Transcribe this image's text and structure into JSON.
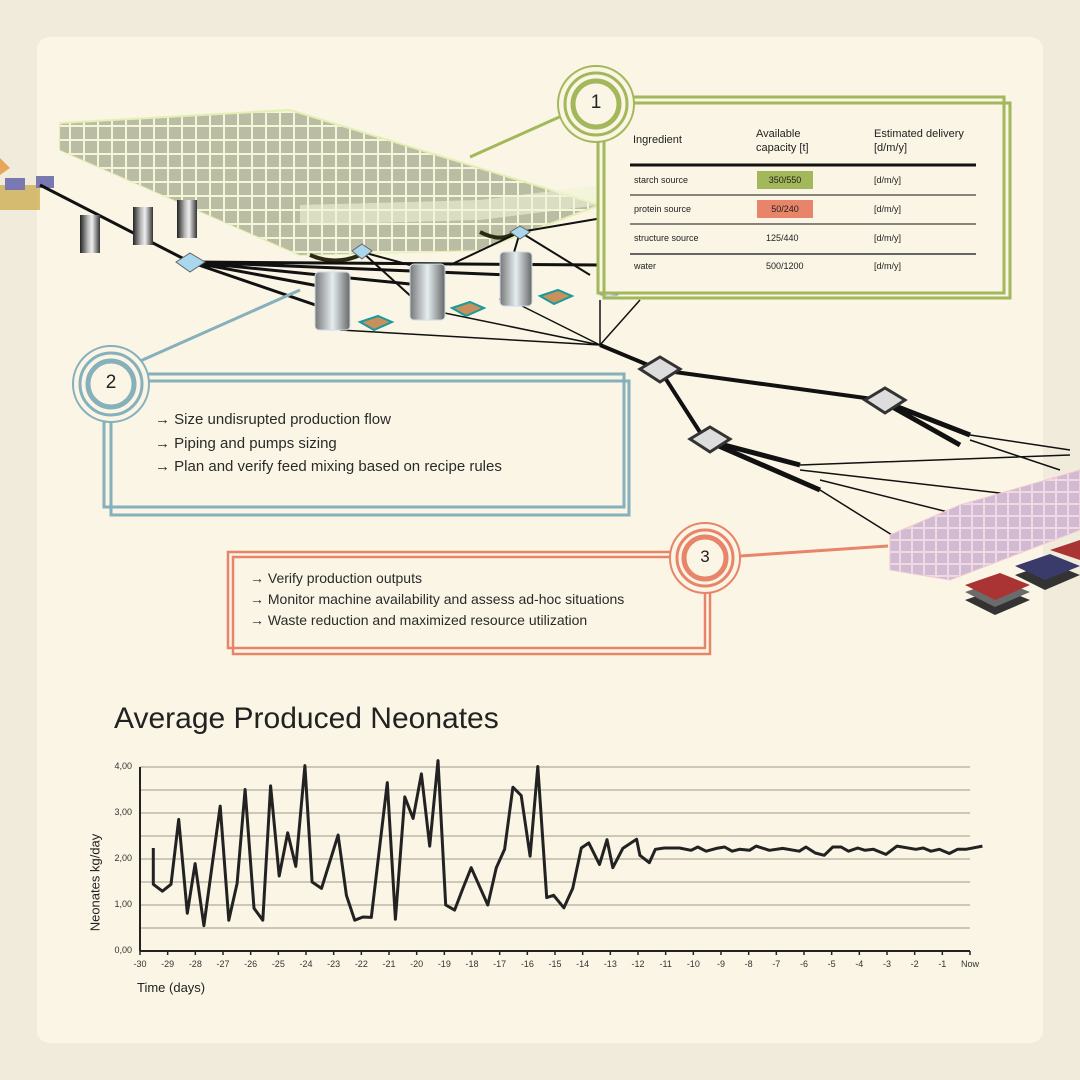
{
  "colors": {
    "background": "#f1ebdc",
    "card": "#faf5e4",
    "green": "#a3b85a",
    "blue": "#86b0bb",
    "orange": "#e8846a",
    "line": "#222222"
  },
  "callout1": {
    "number": "1",
    "table": {
      "headers": [
        "Ingredient",
        "Available capacity [t]",
        "Estimated delivery [d/m/y]"
      ],
      "rows": [
        {
          "ingredient": "starch  source",
          "capacity": "350/550",
          "delivery": "[d/m/y]",
          "status": "ok"
        },
        {
          "ingredient": "protein source",
          "capacity": "50/240",
          "delivery": "[d/m/y]",
          "status": "low"
        },
        {
          "ingredient": "structure source",
          "capacity": "125/440",
          "delivery": "[d/m/y]",
          "status": "none"
        },
        {
          "ingredient": "water",
          "capacity": "500/1200",
          "delivery": "[d/m/y]",
          "status": "none"
        }
      ]
    }
  },
  "callout2": {
    "number": "2",
    "items": [
      "→ Size undisrupted production flow",
      "→ Piping and pumps sizing",
      "→ Plan and verify feed mixing based on recipe rules"
    ]
  },
  "callout3": {
    "number": "3",
    "items": [
      "→ Verify production outputs",
      "→ Monitor machine availability and assess ad-hoc situations",
      "→ Waste reduction and maximized resource utilization"
    ]
  },
  "chart_data": {
    "type": "line",
    "title": "Average Produced Neonates",
    "xlabel": "Time (days)",
    "ylabel": "Neonates kg/day",
    "xlim": [
      -30,
      0
    ],
    "ylim": [
      0,
      4
    ],
    "grid": true,
    "yticks": [
      "0,00",
      "1,00",
      "2,00",
      "3,00",
      "4,00"
    ],
    "ytick_values": [
      0,
      1,
      2,
      3,
      4
    ],
    "xticks": [
      "-30",
      "-29",
      "-28",
      "-27",
      "-26",
      "-25",
      "-24",
      "-23",
      "-22",
      "-21",
      "-20",
      "-19",
      "-18",
      "-17",
      "-16",
      "-15",
      "-14",
      "-13",
      "-12",
      "-11",
      "-10",
      "-9",
      "-8",
      "-7",
      "-6",
      "-5",
      "-4",
      "-3",
      "-2",
      "-1",
      "Now"
    ],
    "series": [
      {
        "name": "Average produced neonates",
        "points": [
          [
            -29.52,
            2.24
          ],
          [
            -29.52,
            1.45
          ],
          [
            -29.19,
            1.3
          ],
          [
            -28.88,
            1.45
          ],
          [
            -28.6,
            2.86
          ],
          [
            -28.29,
            0.82
          ],
          [
            -28.01,
            1.9
          ],
          [
            -27.69,
            0.55
          ],
          [
            -27.1,
            3.15
          ],
          [
            -26.79,
            0.67
          ],
          [
            -26.49,
            1.47
          ],
          [
            -26.2,
            3.51
          ],
          [
            -25.88,
            0.93
          ],
          [
            -25.56,
            0.67
          ],
          [
            -25.28,
            3.59
          ],
          [
            -24.97,
            1.63
          ],
          [
            -24.66,
            2.57
          ],
          [
            -24.37,
            1.84
          ],
          [
            -24.04,
            4.03
          ],
          [
            -23.78,
            1.5
          ],
          [
            -23.44,
            1.36
          ],
          [
            -22.84,
            2.52
          ],
          [
            -22.54,
            1.21
          ],
          [
            -22.24,
            0.67
          ],
          [
            -21.94,
            0.74
          ],
          [
            -21.64,
            0.73
          ],
          [
            -21.06,
            3.66
          ],
          [
            -20.77,
            0.69
          ],
          [
            -20.43,
            3.35
          ],
          [
            -20.13,
            2.88
          ],
          [
            -19.83,
            3.85
          ],
          [
            -19.53,
            2.28
          ],
          [
            -19.23,
            4.14
          ],
          [
            -18.95,
            1.0
          ],
          [
            -18.63,
            0.89
          ],
          [
            -18.33,
            1.36
          ],
          [
            -18.03,
            1.81
          ],
          [
            -17.43,
            1.0
          ],
          [
            -17.12,
            1.81
          ],
          [
            -16.82,
            2.21
          ],
          [
            -16.52,
            3.56
          ],
          [
            -16.22,
            3.38
          ],
          [
            -15.9,
            2.06
          ],
          [
            -15.62,
            4.01
          ],
          [
            -15.3,
            1.16
          ],
          [
            -15.05,
            1.21
          ],
          [
            -14.68,
            0.94
          ],
          [
            -14.36,
            1.36
          ],
          [
            -14.05,
            2.24
          ],
          [
            -13.78,
            2.35
          ],
          [
            -13.39,
            1.88
          ],
          [
            -13.12,
            2.42
          ],
          [
            -12.91,
            1.81
          ],
          [
            -12.55,
            2.23
          ],
          [
            -12.05,
            2.43
          ],
          [
            -11.93,
            2.08
          ],
          [
            -11.59,
            1.92
          ],
          [
            -11.37,
            2.21
          ],
          [
            -11.05,
            2.24
          ],
          [
            -10.5,
            2.24
          ],
          [
            -10.08,
            2.19
          ],
          [
            -9.84,
            2.26
          ],
          [
            -9.54,
            2.17
          ],
          [
            -9.17,
            2.23
          ],
          [
            -8.87,
            2.26
          ],
          [
            -8.6,
            2.17
          ],
          [
            -8.33,
            2.21
          ],
          [
            -7.97,
            2.19
          ],
          [
            -7.73,
            2.28
          ],
          [
            -7.25,
            2.19
          ],
          [
            -6.77,
            2.23
          ],
          [
            -6.17,
            2.17
          ],
          [
            -5.93,
            2.26
          ],
          [
            -5.59,
            2.13
          ],
          [
            -5.27,
            2.08
          ],
          [
            -4.96,
            2.26
          ],
          [
            -4.66,
            2.26
          ],
          [
            -4.39,
            2.17
          ],
          [
            -4.06,
            2.24
          ],
          [
            -3.79,
            2.19
          ],
          [
            -3.49,
            2.21
          ],
          [
            -3.04,
            2.1
          ],
          [
            -2.64,
            2.28
          ],
          [
            -1.96,
            2.21
          ],
          [
            -1.69,
            2.24
          ],
          [
            -1.41,
            2.17
          ],
          [
            -1.11,
            2.21
          ],
          [
            -0.75,
            2.12
          ],
          [
            -0.45,
            2.21
          ],
          [
            -0.15,
            2.21
          ],
          [
            0.45,
            2.28
          ]
        ]
      }
    ]
  }
}
